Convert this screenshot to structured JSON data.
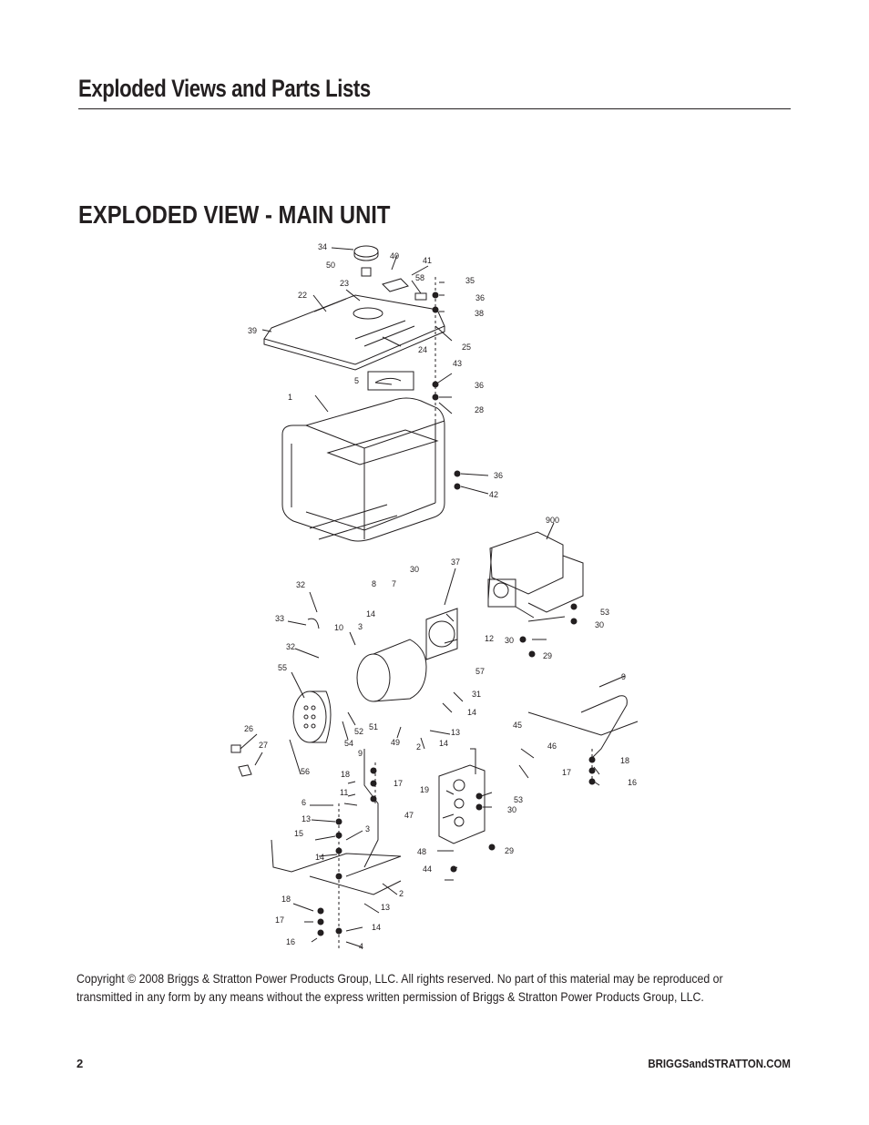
{
  "header": {
    "section_title": "Exploded Views and Parts Lists"
  },
  "main": {
    "view_title": "EXPLODED VIEW - MAIN UNIT"
  },
  "diagram": {
    "part_labels": [
      "34",
      "40",
      "41",
      "50",
      "58",
      "35",
      "22",
      "23",
      "36",
      "38",
      "39",
      "24",
      "25",
      "5",
      "43",
      "36",
      "1",
      "28",
      "36",
      "42",
      "900",
      "32",
      "8",
      "7",
      "30",
      "37",
      "33",
      "14",
      "10",
      "3",
      "12",
      "53",
      "30",
      "30",
      "29",
      "32",
      "9",
      "55",
      "57",
      "31",
      "14",
      "13",
      "26",
      "51",
      "52",
      "54",
      "49",
      "2",
      "14",
      "45",
      "27",
      "56",
      "9",
      "18",
      "17",
      "46",
      "18",
      "17",
      "16",
      "11",
      "19",
      "53",
      "30",
      "6",
      "13",
      "3",
      "47",
      "15",
      "14",
      "29",
      "48",
      "44",
      "2",
      "13",
      "18",
      "17",
      "14",
      "16",
      "4"
    ]
  },
  "footer": {
    "copyright": "Copyright © 2008 Briggs & Stratton Power Products Group, LLC.  All rights reserved.  No part of this material may be reproduced or transmitted in any form by any means without the express written permission of Briggs & Stratton Power Products Group, LLC.",
    "page_number": "2",
    "website": "BRIGGSandSTRATTON.COM"
  }
}
